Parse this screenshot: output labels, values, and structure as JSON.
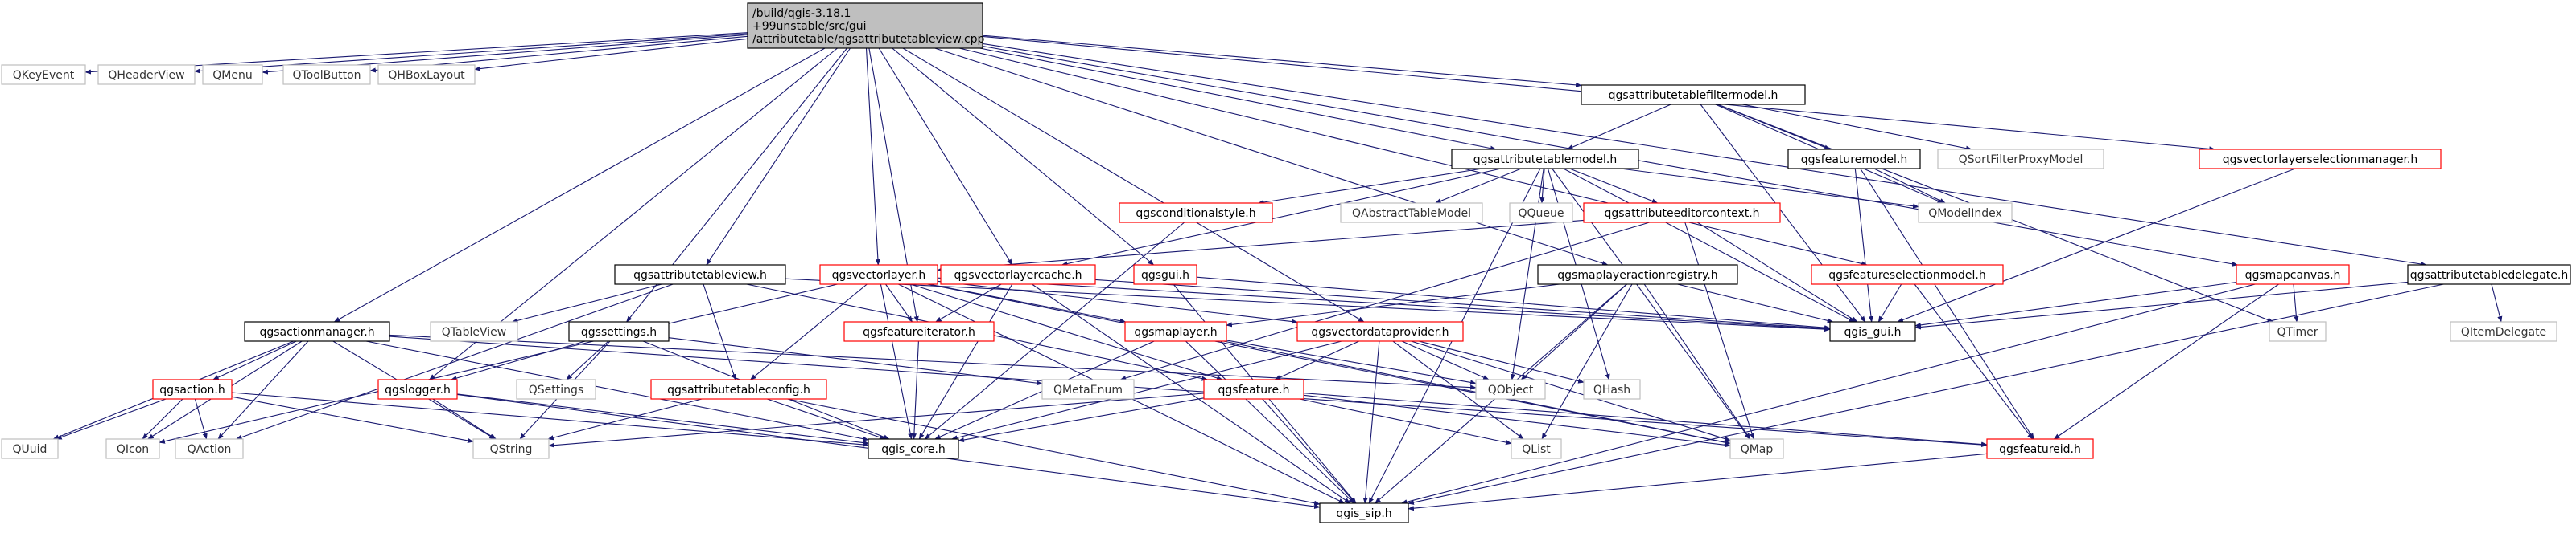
{
  "colors": {
    "edge": "#191970",
    "root_fill": "#bfbfbf",
    "root_border": "#000000",
    "documented_border": "#000000",
    "red_border": "#ff0000",
    "external_border": "#bfbfbf",
    "external_text": "#333333"
  },
  "nodes": [
    {
      "id": "root",
      "lines": [
        "/build/qgis-3.18.1",
        "+99unstable/src/gui",
        "/attributetable/qgsattributetableview.cpp"
      ],
      "kind": "root"
    },
    {
      "id": "qkeyevent",
      "lines": [
        "QKeyEvent"
      ],
      "kind": "external"
    },
    {
      "id": "qheaderview",
      "lines": [
        "QHeaderView"
      ],
      "kind": "external"
    },
    {
      "id": "qmenu",
      "lines": [
        "QMenu"
      ],
      "kind": "external"
    },
    {
      "id": "qtoolbutton",
      "lines": [
        "QToolButton"
      ],
      "kind": "external"
    },
    {
      "id": "qhboxlayout",
      "lines": [
        "QHBoxLayout"
      ],
      "kind": "external"
    },
    {
      "id": "filtermodel",
      "lines": [
        "qgsattributetablefiltermodel.h"
      ],
      "kind": "documented"
    },
    {
      "id": "tablemodel",
      "lines": [
        "qgsattributetablemodel.h"
      ],
      "kind": "documented"
    },
    {
      "id": "featuremodel",
      "lines": [
        "qgsfeaturemodel.h"
      ],
      "kind": "documented"
    },
    {
      "id": "qsortfilter",
      "lines": [
        "QSortFilterProxyModel"
      ],
      "kind": "external"
    },
    {
      "id": "selectionmanager",
      "lines": [
        "qgsvectorlayerselectionmanager.h"
      ],
      "kind": "red"
    },
    {
      "id": "condstyle",
      "lines": [
        "qgsconditionalstyle.h"
      ],
      "kind": "red"
    },
    {
      "id": "qabstracttable",
      "lines": [
        "QAbstractTableModel"
      ],
      "kind": "external"
    },
    {
      "id": "qqueue",
      "lines": [
        "QQueue"
      ],
      "kind": "external"
    },
    {
      "id": "editorcontext",
      "lines": [
        "qgsattributeeditorcontext.h"
      ],
      "kind": "red"
    },
    {
      "id": "qmodelindex",
      "lines": [
        "QModelIndex"
      ],
      "kind": "external"
    },
    {
      "id": "featselmodel",
      "lines": [
        "qgsfeatureselectionmodel.h"
      ],
      "kind": "red"
    },
    {
      "id": "mapcanvas",
      "lines": [
        "qgsmapcanvas.h"
      ],
      "kind": "red"
    },
    {
      "id": "tabledelegate",
      "lines": [
        "qgsattributetabledelegate.h"
      ],
      "kind": "documented"
    },
    {
      "id": "tableview",
      "lines": [
        "qgsattributetableview.h"
      ],
      "kind": "documented"
    },
    {
      "id": "vectorlayer",
      "lines": [
        "qgsvectorlayer.h"
      ],
      "kind": "red"
    },
    {
      "id": "layercache",
      "lines": [
        "qgsvectorlayercache.h"
      ],
      "kind": "red"
    },
    {
      "id": "qgsgui",
      "lines": [
        "qgsgui.h"
      ],
      "kind": "red"
    },
    {
      "id": "actionregistry",
      "lines": [
        "qgsmaplayeractionregistry.h"
      ],
      "kind": "documented"
    },
    {
      "id": "qgisgui",
      "lines": [
        "qgis_gui.h"
      ],
      "kind": "documented"
    },
    {
      "id": "qtimer",
      "lines": [
        "QTimer"
      ],
      "kind": "external"
    },
    {
      "id": "qitemdelegate",
      "lines": [
        "QItemDelegate"
      ],
      "kind": "external"
    },
    {
      "id": "qtableview",
      "lines": [
        "QTableView"
      ],
      "kind": "external"
    },
    {
      "id": "actionmanager",
      "lines": [
        "qgsactionmanager.h"
      ],
      "kind": "documented"
    },
    {
      "id": "settings",
      "lines": [
        "qgssettings.h"
      ],
      "kind": "documented"
    },
    {
      "id": "featureiterator",
      "lines": [
        "qgsfeatureiterator.h"
      ],
      "kind": "red"
    },
    {
      "id": "maplayer",
      "lines": [
        "qgsmaplayer.h"
      ],
      "kind": "red"
    },
    {
      "id": "dataprovider",
      "lines": [
        "qgsvectordataprovider.h"
      ],
      "kind": "red"
    },
    {
      "id": "qobject",
      "lines": [
        "QObject"
      ],
      "kind": "external"
    },
    {
      "id": "qhash",
      "lines": [
        "QHash"
      ],
      "kind": "external"
    },
    {
      "id": "qgsaction",
      "lines": [
        "qgsaction.h"
      ],
      "kind": "red"
    },
    {
      "id": "qgslogger",
      "lines": [
        "qgslogger.h"
      ],
      "kind": "red"
    },
    {
      "id": "qsettings",
      "lines": [
        "QSettings"
      ],
      "kind": "external"
    },
    {
      "id": "tableconfig",
      "lines": [
        "qgsattributetableconfig.h"
      ],
      "kind": "red"
    },
    {
      "id": "qmetaenum",
      "lines": [
        "QMetaEnum"
      ],
      "kind": "external"
    },
    {
      "id": "qgsfeature",
      "lines": [
        "qgsfeature.h"
      ],
      "kind": "red"
    },
    {
      "id": "quuid",
      "lines": [
        "QUuid"
      ],
      "kind": "external"
    },
    {
      "id": "qicon",
      "lines": [
        "QIcon"
      ],
      "kind": "external"
    },
    {
      "id": "qaction",
      "lines": [
        "QAction"
      ],
      "kind": "external"
    },
    {
      "id": "qstring",
      "lines": [
        "QString"
      ],
      "kind": "external"
    },
    {
      "id": "qgiscore",
      "lines": [
        "qgis_core.h"
      ],
      "kind": "documented"
    },
    {
      "id": "qlist",
      "lines": [
        "QList"
      ],
      "kind": "external"
    },
    {
      "id": "qmap",
      "lines": [
        "QMap"
      ],
      "kind": "external"
    },
    {
      "id": "featureid",
      "lines": [
        "qgsfeatureid.h"
      ],
      "kind": "red"
    },
    {
      "id": "qgissip",
      "lines": [
        "qgis_sip.h"
      ],
      "kind": "documented"
    }
  ],
  "edges": [
    [
      "root",
      "qkeyevent"
    ],
    [
      "root",
      "qheaderview"
    ],
    [
      "root",
      "qmenu"
    ],
    [
      "root",
      "qtoolbutton"
    ],
    [
      "root",
      "qhboxlayout"
    ],
    [
      "root",
      "filtermodel"
    ],
    [
      "root",
      "tablemodel"
    ],
    [
      "root",
      "selectionmanager"
    ],
    [
      "root",
      "mapcanvas"
    ],
    [
      "root",
      "tabledelegate"
    ],
    [
      "root",
      "tableview"
    ],
    [
      "root",
      "vectorlayer"
    ],
    [
      "root",
      "layercache"
    ],
    [
      "root",
      "qgsgui"
    ],
    [
      "root",
      "actionmanager"
    ],
    [
      "root",
      "settings"
    ],
    [
      "root",
      "qgslogger"
    ],
    [
      "root",
      "featureiterator"
    ],
    [
      "root",
      "dataprovider"
    ],
    [
      "root",
      "featselmodel"
    ],
    [
      "root",
      "actionregistry"
    ],
    [
      "filtermodel",
      "tablemodel"
    ],
    [
      "filtermodel",
      "featuremodel"
    ],
    [
      "filtermodel",
      "qsortfilter"
    ],
    [
      "filtermodel",
      "qmodelindex"
    ],
    [
      "filtermodel",
      "qgisgui"
    ],
    [
      "filtermodel",
      "qtimer"
    ],
    [
      "tablemodel",
      "condstyle"
    ],
    [
      "tablemodel",
      "qabstracttable"
    ],
    [
      "tablemodel",
      "qqueue"
    ],
    [
      "tablemodel",
      "editorcontext"
    ],
    [
      "tablemodel",
      "qmodelindex"
    ],
    [
      "tablemodel",
      "qgisgui"
    ],
    [
      "tablemodel",
      "layercache"
    ],
    [
      "tablemodel",
      "qobject"
    ],
    [
      "tablemodel",
      "qhash"
    ],
    [
      "tablemodel",
      "qmap"
    ],
    [
      "tablemodel",
      "qgissip"
    ],
    [
      "featuremodel",
      "qmodelindex"
    ],
    [
      "featuremodel",
      "qgisgui"
    ],
    [
      "featuremodel",
      "featureid"
    ],
    [
      "selectionmanager",
      "qgisgui"
    ],
    [
      "condstyle",
      "qgiscore"
    ],
    [
      "editorcontext",
      "vectorlayer"
    ],
    [
      "editorcontext",
      "qgisgui"
    ],
    [
      "editorcontext",
      "qmap"
    ],
    [
      "editorcontext",
      "qmetaenum"
    ],
    [
      "featselmodel",
      "qgisgui"
    ],
    [
      "featselmodel",
      "featureid"
    ],
    [
      "mapcanvas",
      "qgisgui"
    ],
    [
      "mapcanvas",
      "qtimer"
    ],
    [
      "mapcanvas",
      "featureid"
    ],
    [
      "mapcanvas",
      "qgissip"
    ],
    [
      "tabledelegate",
      "qgisgui"
    ],
    [
      "tabledelegate",
      "qitemdelegate"
    ],
    [
      "tabledelegate",
      "qgissip"
    ],
    [
      "tableview",
      "qtableview"
    ],
    [
      "tableview",
      "qaction"
    ],
    [
      "tableview",
      "qgisgui"
    ],
    [
      "tableview",
      "tableconfig"
    ],
    [
      "tableview",
      "qgsfeature"
    ],
    [
      "vectorlayer",
      "featureiterator"
    ],
    [
      "vectorlayer",
      "maplayer"
    ],
    [
      "vectorlayer",
      "dataprovider"
    ],
    [
      "vectorlayer",
      "tableconfig"
    ],
    [
      "vectorlayer",
      "qgiscore"
    ],
    [
      "vectorlayer",
      "qgisgui"
    ],
    [
      "vectorlayer",
      "qicon"
    ],
    [
      "vectorlayer",
      "qgsfeature"
    ],
    [
      "vectorlayer",
      "qgissip"
    ],
    [
      "vectorlayer",
      "qmap"
    ],
    [
      "layercache",
      "featureiterator"
    ],
    [
      "layercache",
      "qgiscore"
    ],
    [
      "layercache",
      "qgisgui"
    ],
    [
      "layercache",
      "qgissip"
    ],
    [
      "qgsgui",
      "qgisgui"
    ],
    [
      "qgsgui",
      "qgissip"
    ],
    [
      "actionregistry",
      "qobject"
    ],
    [
      "actionregistry",
      "qlist"
    ],
    [
      "actionregistry",
      "qmap"
    ],
    [
      "actionregistry",
      "maplayer"
    ],
    [
      "actionregistry",
      "qgisgui"
    ],
    [
      "actionregistry",
      "qgissip"
    ],
    [
      "actionmanager",
      "qgsaction"
    ],
    [
      "actionmanager",
      "qicon"
    ],
    [
      "actionmanager",
      "quuid"
    ],
    [
      "actionmanager",
      "qaction"
    ],
    [
      "actionmanager",
      "qgiscore"
    ],
    [
      "actionmanager",
      "qstring"
    ],
    [
      "actionmanager",
      "featureid"
    ],
    [
      "actionmanager",
      "qobject"
    ],
    [
      "settings",
      "qgslogger"
    ],
    [
      "settings",
      "qsettings"
    ],
    [
      "settings",
      "qmetaenum"
    ],
    [
      "settings",
      "qgiscore"
    ],
    [
      "settings",
      "qstring"
    ],
    [
      "featureiterator",
      "qgiscore"
    ],
    [
      "maplayer",
      "qobject"
    ],
    [
      "maplayer",
      "qgiscore"
    ],
    [
      "maplayer",
      "qgissip"
    ],
    [
      "maplayer",
      "qmap"
    ],
    [
      "dataprovider",
      "qgsfeature"
    ],
    [
      "dataprovider",
      "qgiscore"
    ],
    [
      "dataprovider",
      "qhash"
    ],
    [
      "dataprovider",
      "qlist"
    ],
    [
      "dataprovider",
      "qmap"
    ],
    [
      "dataprovider",
      "qgissip"
    ],
    [
      "dataprovider",
      "qobject"
    ],
    [
      "qgsaction",
      "quuid"
    ],
    [
      "qgsaction",
      "qicon"
    ],
    [
      "qgsaction",
      "qaction"
    ],
    [
      "qgsaction",
      "qgiscore"
    ],
    [
      "qgsaction",
      "qstring"
    ],
    [
      "qgslogger",
      "qstring"
    ],
    [
      "qgslogger",
      "qgiscore"
    ],
    [
      "qgslogger",
      "qgissip"
    ],
    [
      "tableconfig",
      "qstring"
    ],
    [
      "tableconfig",
      "qgiscore"
    ],
    [
      "tableconfig",
      "qgissip"
    ],
    [
      "qgsfeature",
      "qgiscore"
    ],
    [
      "qgsfeature",
      "qgissip"
    ],
    [
      "qgsfeature",
      "qlist"
    ],
    [
      "qgsfeature",
      "qmap"
    ],
    [
      "qgsfeature",
      "qstring"
    ],
    [
      "qgsfeature",
      "featureid"
    ],
    [
      "featureid",
      "qgissip"
    ]
  ]
}
